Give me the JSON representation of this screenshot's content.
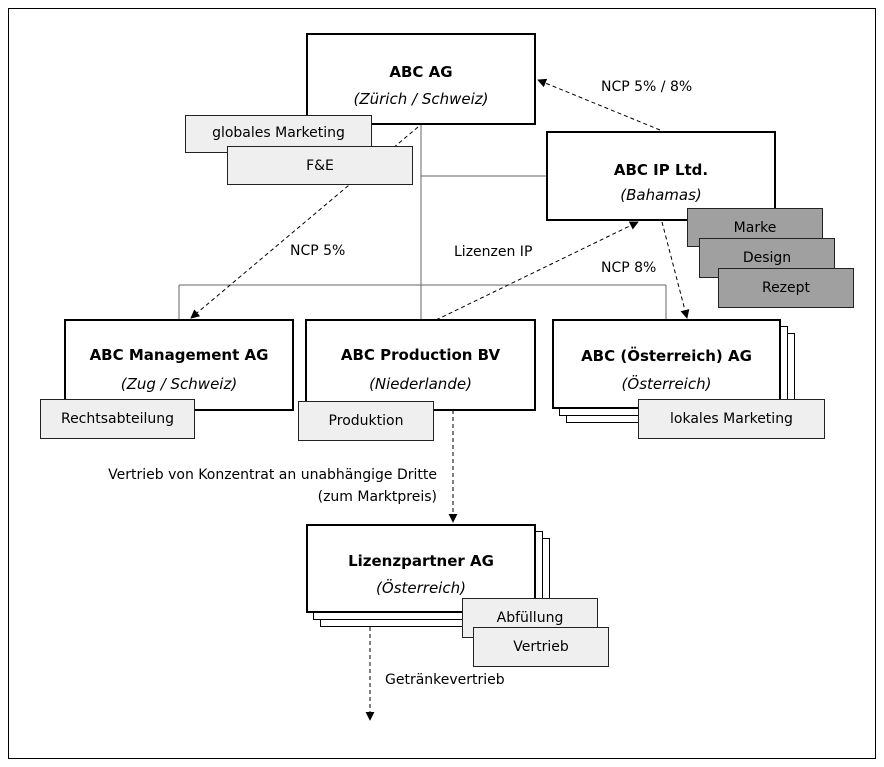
{
  "nodes": {
    "abc_ag": {
      "title": "ABC AG",
      "subtitle": "(Zürich / Schweiz)"
    },
    "abc_ip": {
      "title": "ABC IP Ltd.",
      "subtitle": "(Bahamas)"
    },
    "abc_mgmt": {
      "title": "ABC Management AG",
      "subtitle": "(Zug / Schweiz)"
    },
    "abc_prod": {
      "title": "ABC Production BV",
      "subtitle": "(Niederlande)"
    },
    "abc_at": {
      "title": "ABC (Österreich) AG",
      "subtitle": "(Österreich)"
    },
    "lizenz": {
      "title": "Lizenzpartner AG",
      "subtitle": "(Österreich)"
    }
  },
  "tags": {
    "globales_marketing": "globales Marketing",
    "fe": "F&E",
    "marke": "Marke",
    "design": "Design",
    "rezept": "Rezept",
    "rechtsabteilung": "Rechtsabteilung",
    "produktion": "Produktion",
    "lokales_marketing": "lokales Marketing",
    "abfuellung": "Abfüllung",
    "vertrieb": "Vertrieb"
  },
  "edges": {
    "ncp_ip_to_ag": "NCP 5% / 8%",
    "ncp_ag_to_mgmt": "NCP 5%",
    "lizenzen_ip": "Lizenzen IP",
    "ncp_ip_to_at": "NCP 8%",
    "vertrieb_line1": "Vertrieb von Konzentrat an unabhängige Dritte",
    "vertrieb_line2": "(zum Marktpreis)",
    "getraenkevertrieb": "Getränkevertrieb"
  }
}
